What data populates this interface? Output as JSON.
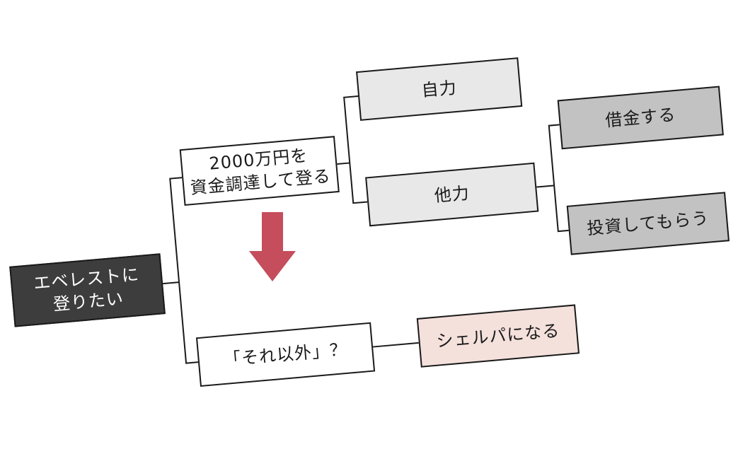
{
  "colors": {
    "root_fill": "#3d3d3d",
    "level2_fill": "#e8e8e8",
    "level3_fill": "#c2c2c2",
    "alt_fill": "#f4e1dc",
    "arrow": "#c54d5c",
    "line": "#1a1a1a"
  },
  "nodes": {
    "root": "エベレストに\n登りたい",
    "fund": "2000万円を\n資金調達して登る",
    "self": "自力",
    "others": "他力",
    "loan": "借金する",
    "invest": "投資してもらう",
    "other_way": "「それ以外」？",
    "sherpa": "シェルパになる"
  },
  "arrow_icon": "down-arrow-icon"
}
